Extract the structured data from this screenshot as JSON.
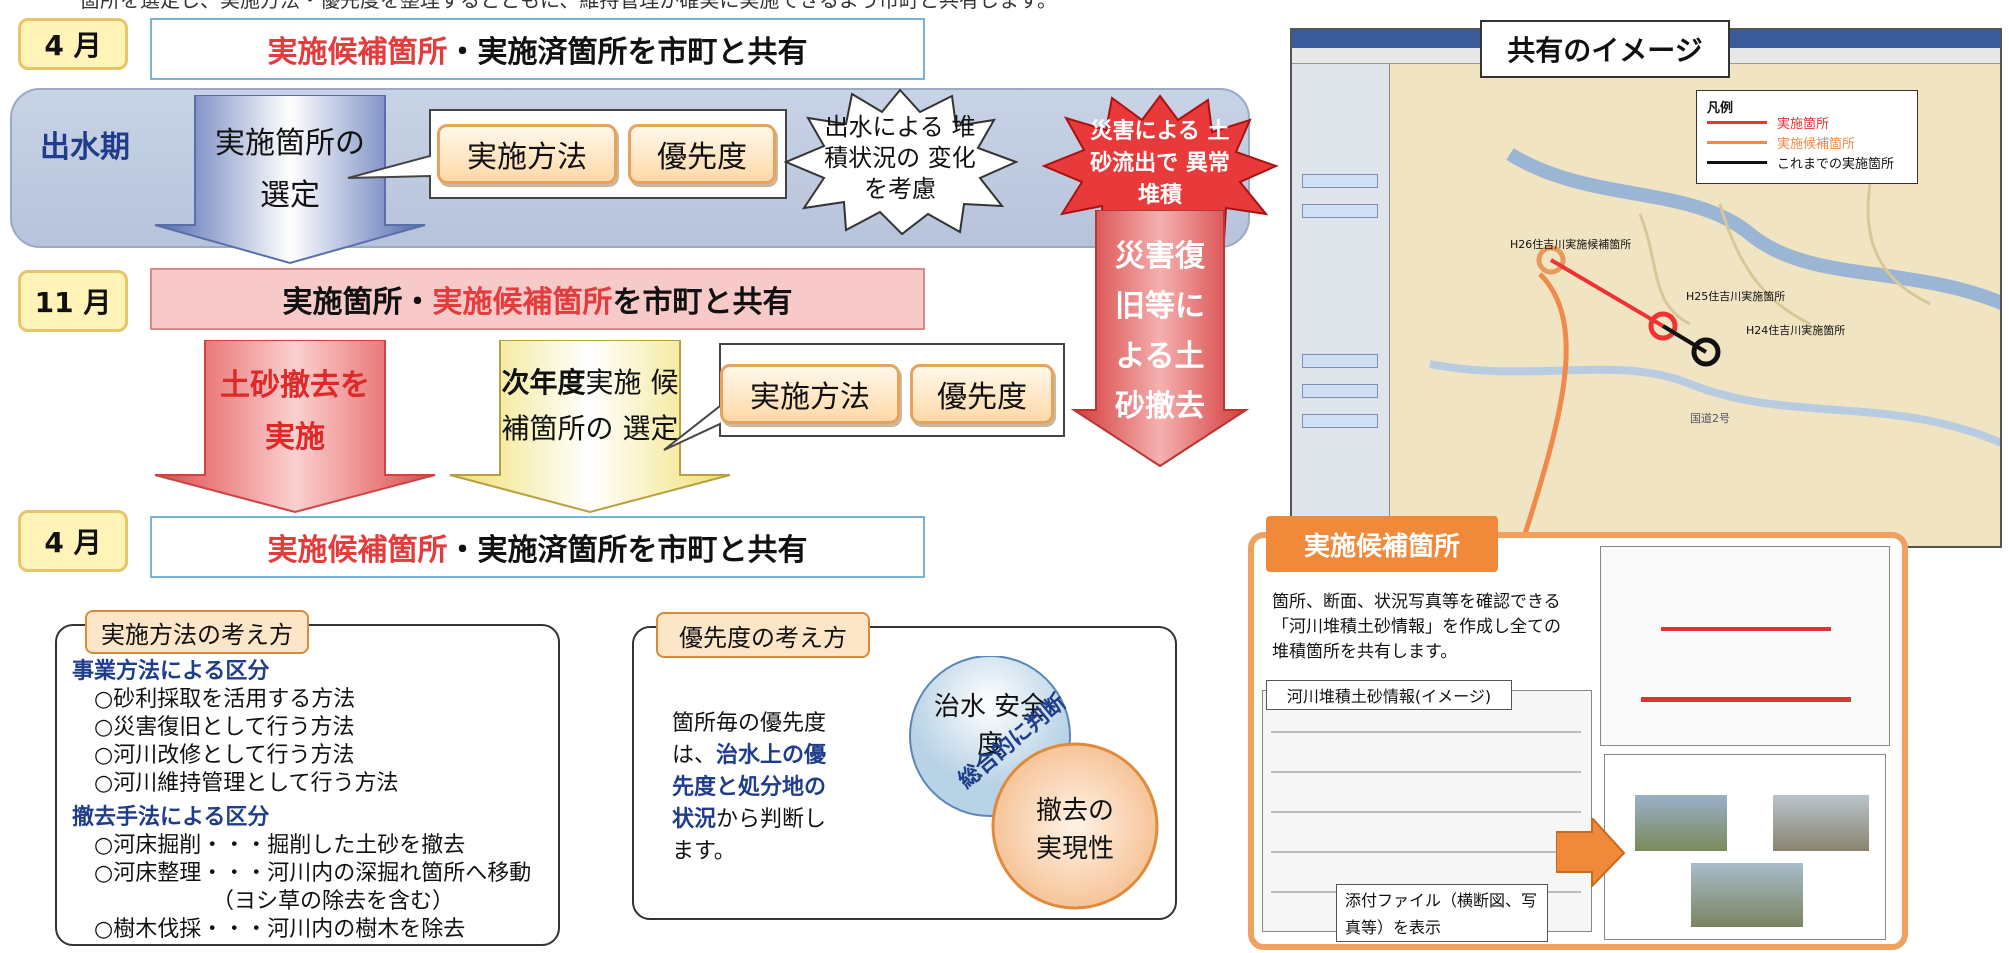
{
  "header_text": "箇所を選定し、実施方法・優先度を整理するとともに、維持管理が確実に実施できるよう市町と共有します。",
  "rows": {
    "row1": {
      "month": "4 月",
      "prefix_red": "実施候補箇所",
      "rest": "・実施済箇所を市町と共有"
    },
    "row2": {
      "month": "11 月",
      "part1": "実施箇所・",
      "part2_red": "実施候補箇所",
      "part3": "を市町と共有"
    },
    "row3": {
      "month": "4 月",
      "prefix_red": "実施候補箇所",
      "rest": "・実施済箇所を市町と共有"
    }
  },
  "flood_period": {
    "label": "出水期",
    "selection_box": "実施箇所の 選定",
    "method_label": "実施方法",
    "priority_label": "優先度",
    "burst_text": "出水による 堆積状況の 変化を考慮"
  },
  "disaster": {
    "star_text": "災害による 土砂流出で 異常堆積",
    "arrow_text": "災害復 旧等に よる土 砂撤去"
  },
  "after_nov": {
    "remove_arrow": "土砂撤去を 実施",
    "next_year_bold": "次年度",
    "next_year_rest": "実施 候補箇所の 選定",
    "method_label": "実施方法",
    "priority_label": "優先度"
  },
  "method_box": {
    "title": "実施方法の考え方",
    "section1": "事業方法による区分",
    "items1": [
      "○砂利採取を活用する方法",
      "○災害復旧として行う方法",
      "○河川改修として行う方法",
      "○河川維持管理として行う方法"
    ],
    "section2": "撤去手法による区分",
    "items2": [
      "○河床掘削・・・掘削した土砂を撤去",
      "○河床整理・・・河川内の深掘れ箇所へ移動",
      "（ヨシ草の除去を含む）",
      "○樹木伐採・・・河川内の樹木を除去"
    ]
  },
  "priority_box": {
    "title": "優先度の考え方",
    "desc_parts": [
      "箇所毎の優先度",
      "は、",
      "治水上の優",
      "先度と処分地の",
      "状況",
      "から判断し",
      "ます。"
    ],
    "circle1": "治水 安全度",
    "circle2": "撤去の 実現性",
    "overlap_label": "総合的に判断"
  },
  "share_image": {
    "title": "共有のイメージ",
    "legend_title": "凡例",
    "legend_items": [
      "実施箇所",
      "実施候補箇所",
      "これまでの実施箇所"
    ],
    "map_labels": [
      "H26住吉川実施候補箇所",
      "H25住吉川実施箇所",
      "H24住吉川実施箇所",
      "国道2号"
    ]
  },
  "candidate_panel": {
    "title": "実施候補箇所",
    "desc": "箇所、断面、状況写真等を確認できる「河川堆積土砂情報」を作成し全ての堆積箇所を共有します。",
    "info_label": "河川堆積土砂情報(イメージ)",
    "attach_label": "添付ファイル（横断図、写真等）を表示"
  },
  "colors": {
    "accent_red": "#e43c3c",
    "month_fill": "#fff3b8",
    "pink_bar": "#f7c9c9",
    "blue_band": "#c9d3e6"
  }
}
